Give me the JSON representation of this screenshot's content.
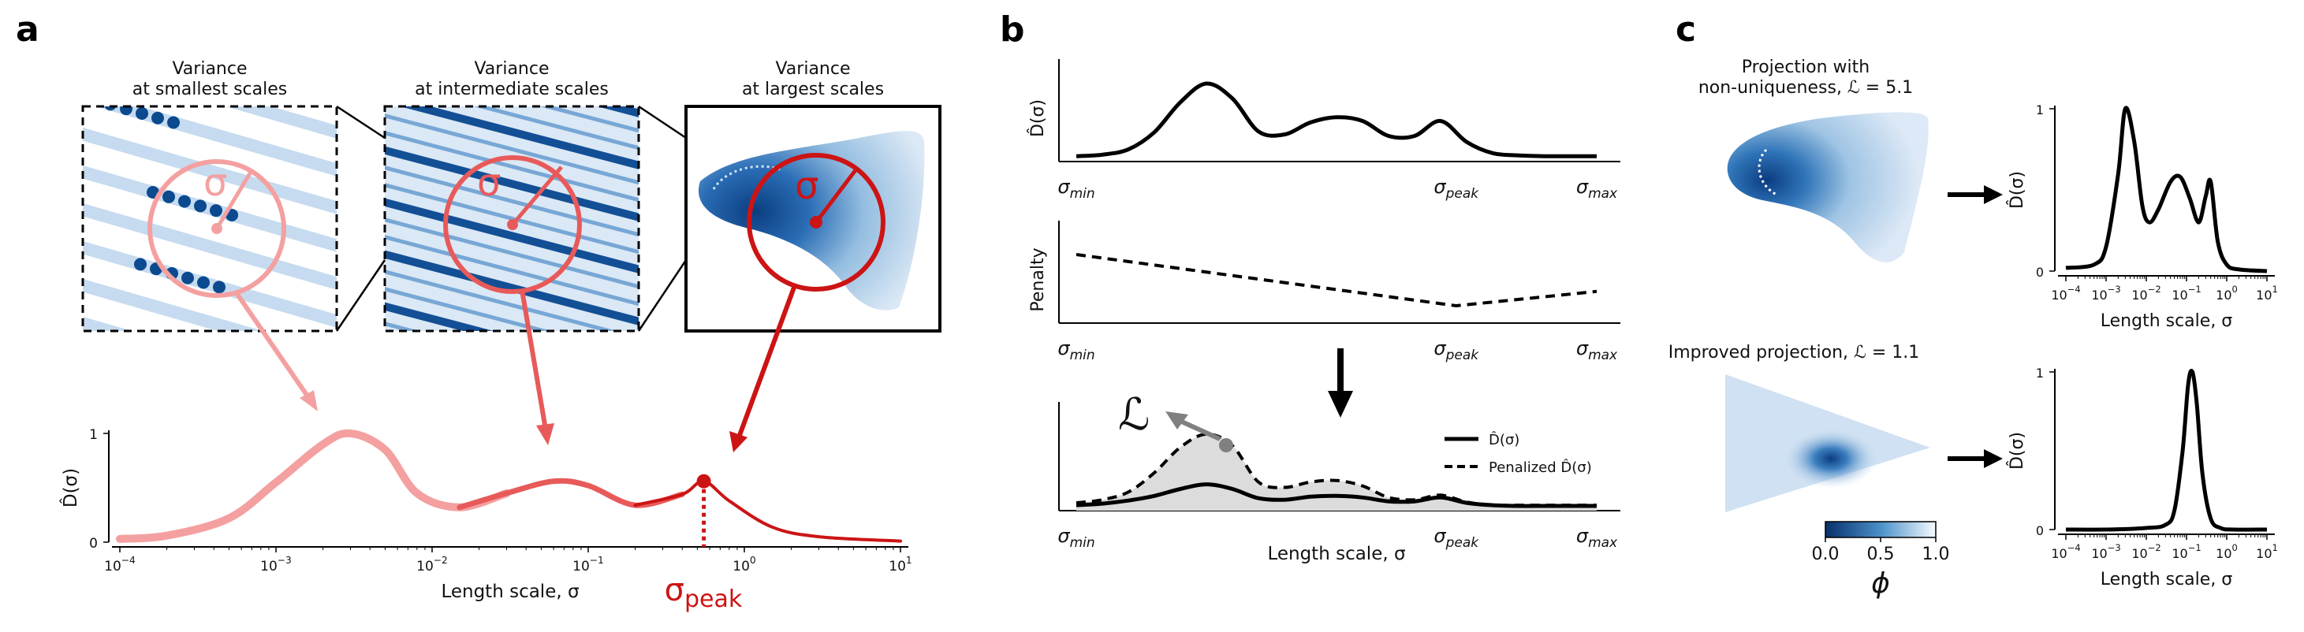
{
  "panels": {
    "a": {
      "letter": "a",
      "inset_titles": [
        [
          "Variance",
          "at smallest scales"
        ],
        [
          "Variance",
          "at intermediate scales"
        ],
        [
          "Variance",
          "at largest scales"
        ]
      ],
      "sigma_symbol": "σ",
      "sigma_peak_label": "σ",
      "sigma_peak_sub": "peak"
    },
    "b": {
      "letter": "b",
      "top_ylabel": "D̂(σ)",
      "mid_ylabel": "Penalty",
      "tick_labels": [
        "σmin",
        "σpeak",
        "σmax"
      ],
      "loss_symbol": "ℒ",
      "xlabel": "Length scale, σ",
      "legend": [
        "D̂(σ)",
        "Penalized D̂(σ)"
      ]
    },
    "c": {
      "letter": "c",
      "top_title": [
        "Projection with",
        "non-uniqueness, ℒ = 5.1"
      ],
      "bottom_title": "Improved projection, ℒ = 1.1",
      "colorbar_ticks": [
        "0.0",
        "0.5",
        "1.0"
      ],
      "colorbar_label": "ϕ"
    }
  },
  "colors": {
    "light_red": "#f4a0a0",
    "mid_red": "#e85a5a",
    "dark_red": "#cc1414",
    "blue_dark": "#0b4a8f",
    "blue_light": "#c6dbef"
  },
  "chart_data": [
    {
      "id": "a_main",
      "type": "line",
      "xscale": "log",
      "xlim": [
        0.0001,
        10
      ],
      "ylim": [
        0,
        1
      ],
      "x_ticks": [
        "10^-4",
        "10^-3",
        "10^-2",
        "10^-1",
        "10^0",
        "10^1"
      ],
      "y_ticks": [
        "0",
        "1"
      ],
      "xlabel": "Length scale, σ",
      "ylabel": "D̂(σ)",
      "peak_marker_x": 0.55,
      "x": [
        0.0001,
        0.0002,
        0.0005,
        0.001,
        0.002,
        0.003,
        0.005,
        0.008,
        0.015,
        0.03,
        0.06,
        0.1,
        0.2,
        0.4,
        0.55,
        0.8,
        1.5,
        3,
        10
      ],
      "y": [
        0.03,
        0.06,
        0.22,
        0.55,
        0.9,
        1.0,
        0.85,
        0.45,
        0.32,
        0.45,
        0.56,
        0.52,
        0.34,
        0.44,
        0.56,
        0.38,
        0.14,
        0.05,
        0.01
      ]
    },
    {
      "id": "b_top",
      "type": "line",
      "x": [
        0,
        0.05,
        0.1,
        0.15,
        0.2,
        0.25,
        0.3,
        0.35,
        0.4,
        0.45,
        0.5,
        0.55,
        0.6,
        0.65,
        0.7,
        0.75,
        0.8,
        0.85,
        0.9,
        0.95,
        1.0
      ],
      "y": [
        0.03,
        0.05,
        0.12,
        0.35,
        0.75,
        1.0,
        0.8,
        0.36,
        0.32,
        0.48,
        0.55,
        0.5,
        0.3,
        0.3,
        0.5,
        0.22,
        0.07,
        0.04,
        0.03,
        0.03,
        0.03
      ],
      "x_tick_positions": [
        0,
        0.73,
        1.0
      ],
      "x_ticks": [
        "σmin",
        "σpeak",
        "σmax"
      ],
      "ylabel": "D̂(σ)"
    },
    {
      "id": "b_penalty",
      "type": "line",
      "style": "dashed",
      "x": [
        0,
        0.73,
        1.0
      ],
      "y": [
        1.0,
        0.0,
        0.28
      ],
      "x_tick_positions": [
        0,
        0.73,
        1.0
      ],
      "x_ticks": [
        "σmin",
        "σpeak",
        "σmax"
      ],
      "ylabel": "Penalty"
    },
    {
      "id": "b_bottom",
      "type": "area",
      "x": [
        0,
        0.05,
        0.1,
        0.15,
        0.2,
        0.25,
        0.3,
        0.35,
        0.4,
        0.45,
        0.5,
        0.55,
        0.6,
        0.65,
        0.7,
        0.75,
        0.8,
        0.85,
        0.9,
        0.95,
        1.0
      ],
      "series": [
        {
          "name": "D̂(σ)",
          "style": "solid",
          "values": [
            0.03,
            0.05,
            0.09,
            0.15,
            0.24,
            0.3,
            0.24,
            0.12,
            0.1,
            0.14,
            0.15,
            0.13,
            0.08,
            0.08,
            0.13,
            0.06,
            0.03,
            0.02,
            0.02,
            0.02,
            0.02
          ]
        },
        {
          "name": "Penalized D̂(σ)",
          "style": "dashed",
          "values": [
            0.06,
            0.1,
            0.2,
            0.45,
            0.78,
            0.95,
            0.8,
            0.33,
            0.26,
            0.33,
            0.35,
            0.28,
            0.13,
            0.1,
            0.16,
            0.07,
            0.03,
            0.03,
            0.03,
            0.03,
            0.03
          ]
        }
      ],
      "x_tick_positions": [
        0,
        0.73,
        1.0
      ],
      "x_ticks": [
        "σmin",
        "σpeak",
        "σmax"
      ],
      "xlabel": "Length scale, σ"
    },
    {
      "id": "c_top",
      "type": "line",
      "xscale": "log",
      "xlim": [
        0.0001,
        10
      ],
      "ylim": [
        0,
        1
      ],
      "x_ticks": [
        "10^-4",
        "10^-3",
        "10^-2",
        "10^-1",
        "10^0",
        "10^1"
      ],
      "y_ticks": [
        "0",
        "1"
      ],
      "xlabel": "Length scale, σ",
      "ylabel": "D̂(σ)",
      "x": [
        0.0001,
        0.0005,
        0.001,
        0.002,
        0.003,
        0.005,
        0.008,
        0.012,
        0.02,
        0.04,
        0.07,
        0.12,
        0.2,
        0.3,
        0.4,
        0.6,
        1,
        2,
        10
      ],
      "y": [
        0.02,
        0.04,
        0.15,
        0.6,
        1.0,
        0.8,
        0.4,
        0.3,
        0.38,
        0.55,
        0.58,
        0.45,
        0.3,
        0.46,
        0.55,
        0.18,
        0.04,
        0.01,
        0.0
      ]
    },
    {
      "id": "c_bottom",
      "type": "line",
      "xscale": "log",
      "xlim": [
        0.0001,
        10
      ],
      "ylim": [
        0,
        1
      ],
      "x_ticks": [
        "10^-4",
        "10^-3",
        "10^-2",
        "10^-1",
        "10^0",
        "10^1"
      ],
      "y_ticks": [
        "0",
        "1"
      ],
      "xlabel": "Length scale, σ",
      "ylabel": "D̂(σ)",
      "x": [
        0.0001,
        0.001,
        0.01,
        0.03,
        0.05,
        0.08,
        0.11,
        0.14,
        0.18,
        0.25,
        0.4,
        0.7,
        1.5,
        10
      ],
      "y": [
        0.0,
        0.0,
        0.01,
        0.03,
        0.12,
        0.5,
        0.92,
        1.0,
        0.8,
        0.35,
        0.07,
        0.01,
        0.0,
        0.0
      ]
    }
  ]
}
